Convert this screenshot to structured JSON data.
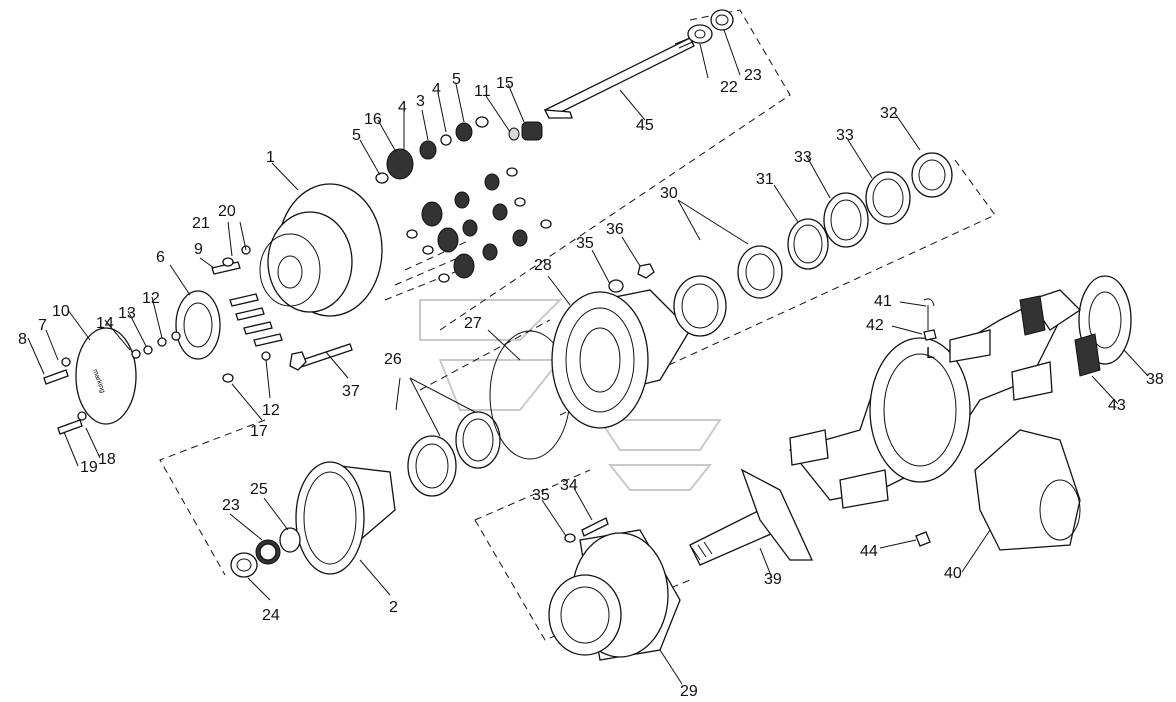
{
  "callouts": {
    "c1": "1",
    "c2": "2",
    "c3": "3",
    "c4a": "4",
    "c4b": "4",
    "c5a": "5",
    "c5b": "5",
    "c6": "6",
    "c7": "7",
    "c8": "8",
    "c9": "9",
    "c10": "10",
    "c11": "11",
    "c12a": "12",
    "c12b": "12",
    "c13": "13",
    "c14": "14",
    "c15": "15",
    "c16": "16",
    "c17": "17",
    "c18": "18",
    "c19": "19",
    "c20": "20",
    "c21": "21",
    "c22": "22",
    "c23a": "23",
    "c23b": "23",
    "c24": "24",
    "c25": "25",
    "c26": "26",
    "c27": "27",
    "c28": "28",
    "c29": "29",
    "c30": "30",
    "c31": "31",
    "c32": "32",
    "c33a": "33",
    "c33b": "33",
    "c34": "34",
    "c35a": "35",
    "c35b": "35",
    "c36": "36",
    "c37": "37",
    "c38": "38",
    "c39": "39",
    "c40": "40",
    "c41": "41",
    "c42": "42",
    "c43": "43",
    "c44": "44",
    "c45": "45",
    "cL": "L"
  }
}
